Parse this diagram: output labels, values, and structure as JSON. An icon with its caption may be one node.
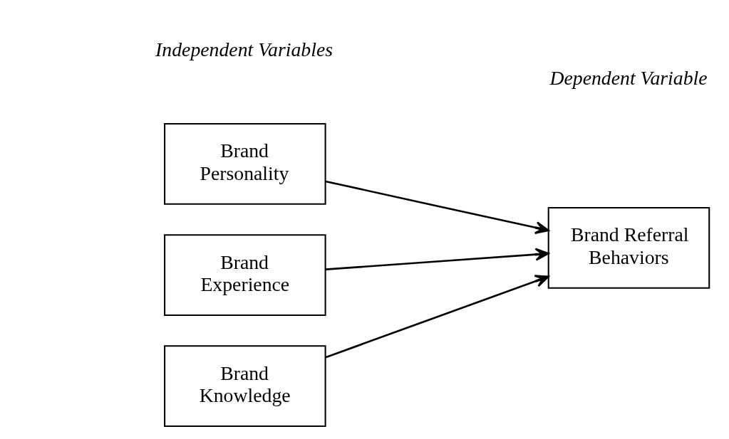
{
  "diagram": {
    "nodes": [
      {
        "text": [
          "Brand Knowledge"
        ]
      },
      {
        "text": [
          "Brand Personality"
        ]
      },
      {
        "text": [
          "Brand Experience"
        ]
      },
      {
        "text": [
          "Brand Referral Behaviors"
        ]
      }
    ],
    "edges": [
      {
        "from": 0,
        "to": 3,
        "arrow": "to"
      },
      {
        "from": 1,
        "to": 3,
        "arrow": "to"
      },
      {
        "from": 2,
        "to": 3,
        "arrow": "to"
      }
    ],
    "labels": [
      "Independent Variables",
      "Dependent Variable"
    ]
  }
}
